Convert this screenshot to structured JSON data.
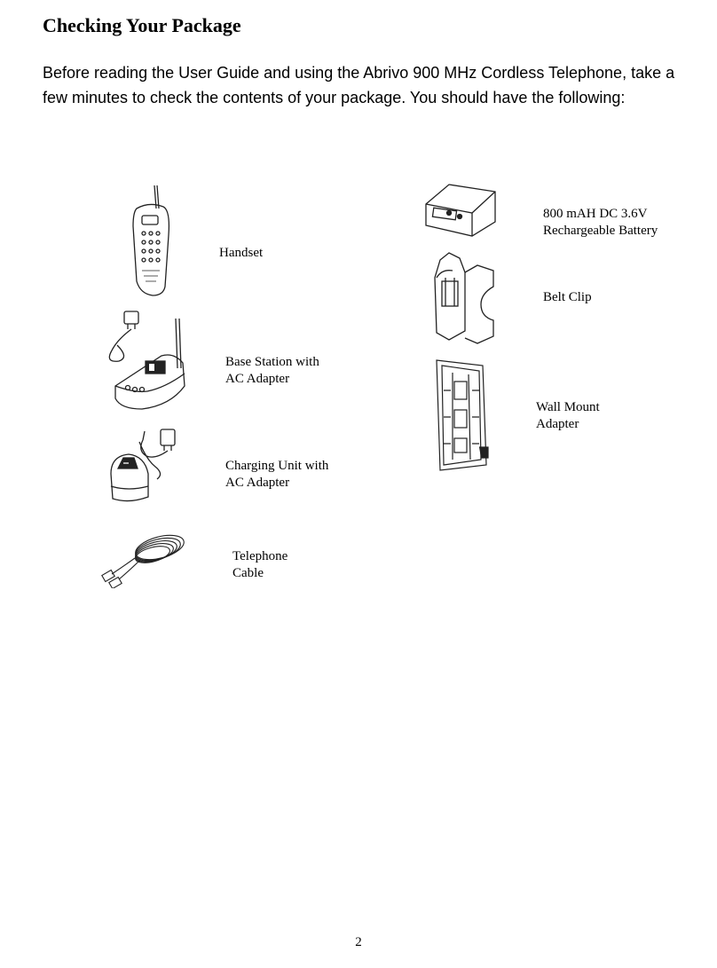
{
  "page": {
    "heading": "Checking Your Package",
    "intro": "Before reading the User Guide and using the Abrivo 900 MHz Cordless Telephone, take a few minutes to check the contents of your package. You should have the following:",
    "page_number": "2"
  },
  "items": {
    "handset": {
      "lines": [
        "Handset"
      ],
      "icon": "handset-illustration"
    },
    "base_station": {
      "lines": [
        "Base Station with",
        "AC Adapter"
      ],
      "icon": "base-station-illustration"
    },
    "charging_unit": {
      "lines": [
        "Charging Unit with",
        "AC Adapter"
      ],
      "icon": "charging-unit-illustration"
    },
    "telephone_cable": {
      "lines": [
        "Telephone",
        "Cable"
      ],
      "icon": "coiled-cable-illustration"
    },
    "battery": {
      "lines": [
        "800 mAH DC 3.6V",
        "Rechargeable Battery"
      ],
      "icon": "battery-illustration"
    },
    "belt_clip": {
      "lines": [
        "Belt Clip"
      ],
      "icon": "belt-clip-illustration"
    },
    "wall_mount": {
      "lines": [
        "Wall Mount",
        "Adapter"
      ],
      "icon": "wall-mount-illustration"
    }
  }
}
